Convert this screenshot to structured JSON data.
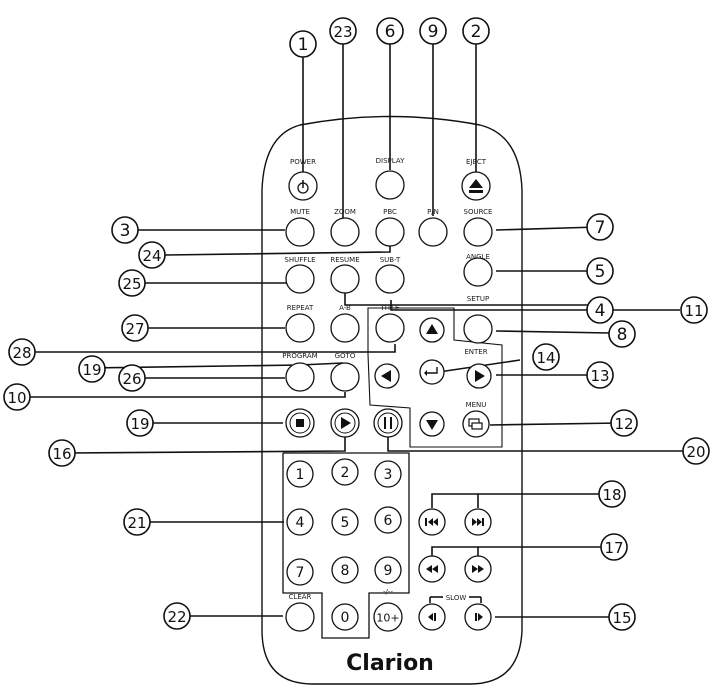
{
  "brand": "Clarion",
  "labels": {
    "power": "POWER",
    "display": "DISPLAY",
    "eject": "EJECT",
    "mute": "MUTE",
    "zoom": "ZOOM",
    "pbc": "PBC",
    "pn": "P/N",
    "source": "SOURCE",
    "angle": "ANGLE",
    "shuffle": "SHUFFLE",
    "resume": "RESUME",
    "subt": "SUB-T",
    "setup": "SETUP",
    "repeat": "REPEAT",
    "ab": "A-B",
    "title": "TITLE",
    "enter": "ENTER",
    "program": "PROGRAM",
    "goto": "GOTO",
    "menu": "MENU",
    "clear": "CLEAR",
    "dash": "-/--",
    "slow": "SLOW"
  },
  "keypad": {
    "k1": "1",
    "k2": "2",
    "k3": "3",
    "k4": "4",
    "k5": "5",
    "k6": "6",
    "k7": "7",
    "k8": "8",
    "k9": "9",
    "k0": "0",
    "k10": "10+"
  },
  "callouts": {
    "c1": "1",
    "c23": "23",
    "c6": "6",
    "c9": "9",
    "c2": "2",
    "c3": "3",
    "c7": "7",
    "c24": "24",
    "c25": "25",
    "c5": "5",
    "c4": "4",
    "c11": "11",
    "c27": "27",
    "c8": "8",
    "c28": "28",
    "c19a": "19",
    "c14": "14",
    "c26": "26",
    "c13": "13",
    "c10": "10",
    "c19b": "19",
    "c12": "12",
    "c16": "16",
    "c20": "20",
    "c18": "18",
    "c21": "21",
    "c17": "17",
    "c22": "22",
    "c15": "15"
  }
}
